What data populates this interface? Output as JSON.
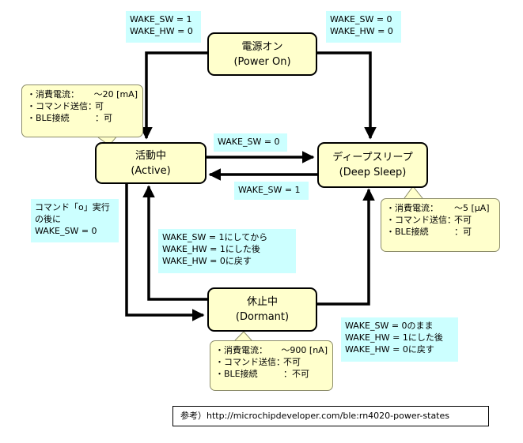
{
  "states": {
    "power_on": {
      "title": "電源オン",
      "subtitle": "(Power On)"
    },
    "active": {
      "title": "活動中",
      "subtitle": "(Active)"
    },
    "deep_sleep": {
      "title": "ディープスリープ",
      "subtitle": "(Deep Sleep)"
    },
    "dormant": {
      "title": "休止中",
      "subtitle": "(Dormant)"
    }
  },
  "conditions": {
    "power_to_active": [
      "WAKE_SW = 1",
      "WAKE_HW = 0"
    ],
    "power_to_sleep": [
      "WAKE_SW = 0",
      "WAKE_HW = 0"
    ],
    "active_to_sleep": [
      "WAKE_SW = 0"
    ],
    "sleep_to_active": [
      "WAKE_SW = 1"
    ],
    "active_to_dormant": [
      "コマンド「o」実行",
      "の後に",
      "WAKE_SW = 0"
    ],
    "dormant_to_active": [
      "WAKE_SW = 1にしてから",
      "WAKE_HW = 1にした後",
      "WAKE_HW = 0に戻す"
    ],
    "dormant_to_sleep": [
      "WAKE_SW = 0のまま",
      "WAKE_HW = 1にした後",
      "WAKE_HW = 0に戻す"
    ]
  },
  "notes": {
    "active": [
      {
        "label": "・消費電流：",
        "value": "～20 [mA]"
      },
      {
        "label": "・コマンド送信：",
        "value": "可"
      },
      {
        "label": "・BLE接続",
        "value": "：可"
      }
    ],
    "deep_sleep": [
      {
        "label": "・消費電流：",
        "value": "～5 [μA]"
      },
      {
        "label": "・コマンド送信：",
        "value": "不可"
      },
      {
        "label": "・BLE接続",
        "value": "：可"
      }
    ],
    "dormant": [
      {
        "label": "・消費電流：",
        "value": "～900 [nA]"
      },
      {
        "label": "・コマンド送信：",
        "value": "不可"
      },
      {
        "label": "・BLE接続",
        "value": "：不可"
      }
    ]
  },
  "reference": "参考）http://microchipdeveloper.com/ble:rn4020-power-states",
  "colors": {
    "state_fill": "#ffffcc",
    "condition_fill": "#ccffff",
    "note_fill": "#ffffcc",
    "stroke": "#000000"
  }
}
